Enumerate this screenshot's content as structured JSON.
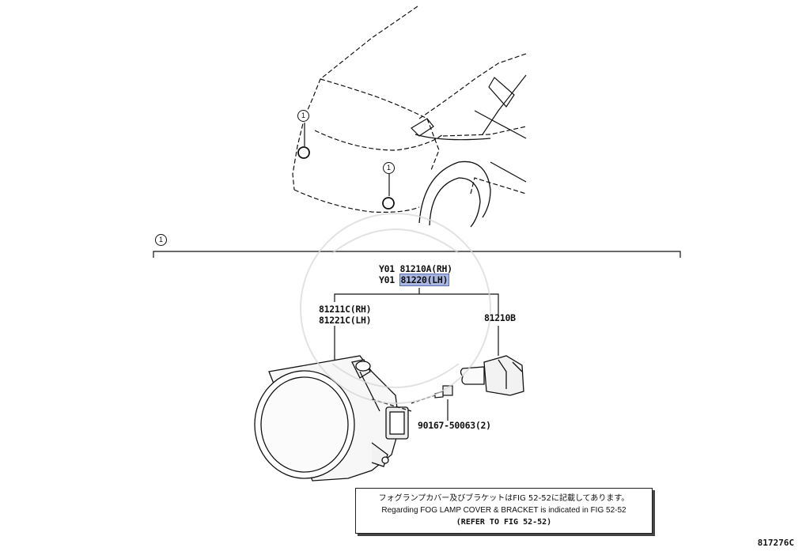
{
  "callouts": {
    "ref_number": "1"
  },
  "parts": {
    "assembly_rh": {
      "prefix": "Y01",
      "number": "81210A(RH)"
    },
    "assembly_lh": {
      "prefix": "Y01",
      "number": "81220(LH)"
    },
    "lens_rh": "81211C(RH)",
    "lens_lh": "81221C(LH)",
    "bulb": "81210B",
    "screw": "90167-50063(2)"
  },
  "note": {
    "jp": "フォグランプカバー及びブラケットはFIG 52-52に記載してあります。",
    "en": "Regarding FOG LAMP COVER & BRACKET is indicated in FIG 52-52",
    "ref": "(REFER TO FIG 52-52)"
  },
  "illustration_number": "817276C",
  "colors": {
    "highlight": "#a9b6e0",
    "line": "#111111"
  }
}
